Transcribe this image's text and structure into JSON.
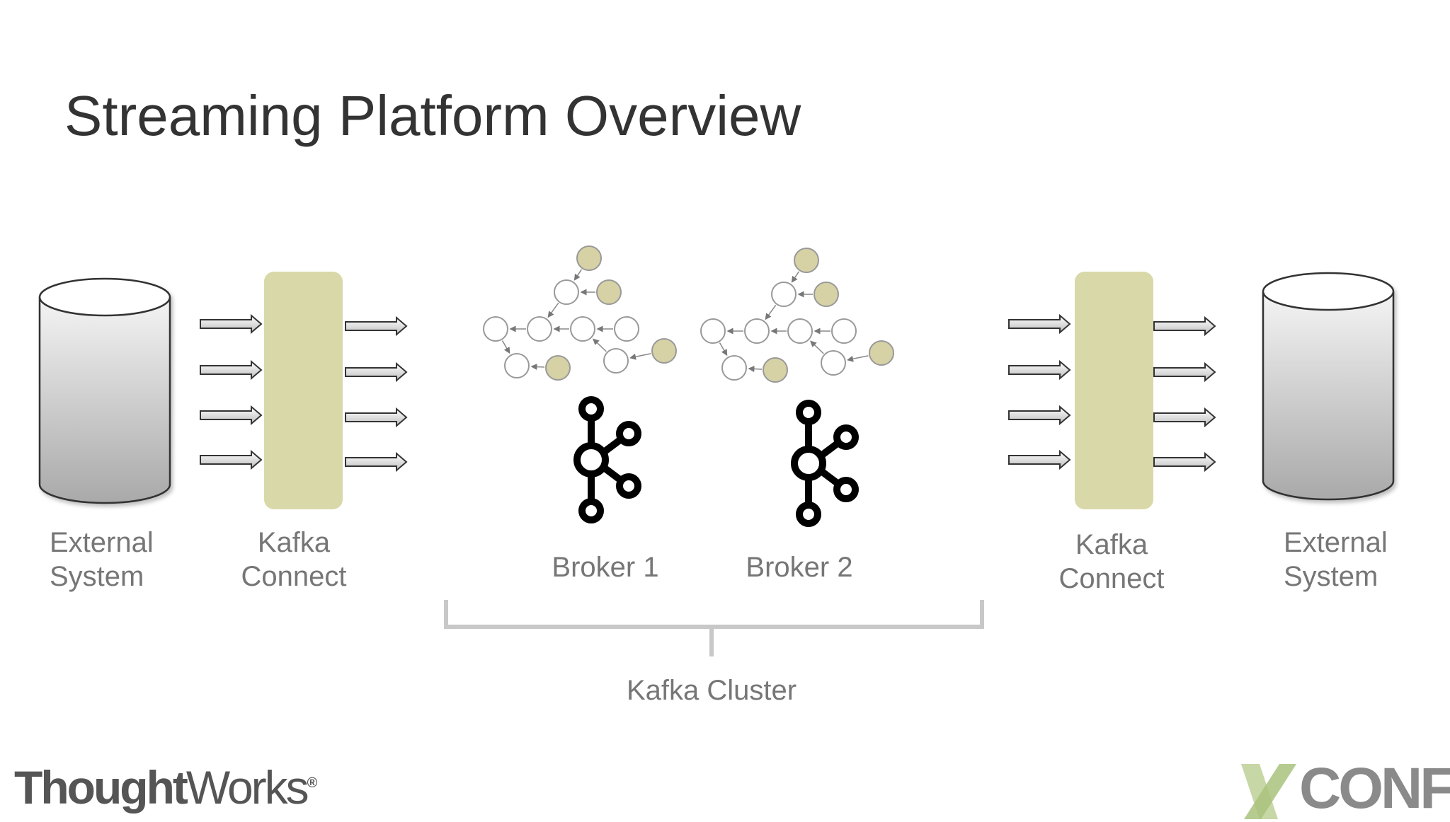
{
  "title": "Streaming Platform Overview",
  "labels": {
    "left_external": [
      "External",
      "System"
    ],
    "left_connect": [
      "Kafka",
      "Connect"
    ],
    "broker1": "Broker 1",
    "broker2": "Broker 2",
    "right_connect": [
      "Kafka",
      "Connect"
    ],
    "right_external": [
      "External",
      "System"
    ],
    "cluster": "Kafka Cluster"
  },
  "logos": {
    "thoughtworks": {
      "bold": "Thought",
      "thin": "Works",
      "mark": "®"
    },
    "xconf": "CONF"
  },
  "colors": {
    "title": "#333333",
    "label": "#767676",
    "connect_block": "#d9d8a8",
    "node_filled": "#d6d2a6",
    "kafka_icon": "#000000",
    "bracket": "#c8c8c8"
  }
}
